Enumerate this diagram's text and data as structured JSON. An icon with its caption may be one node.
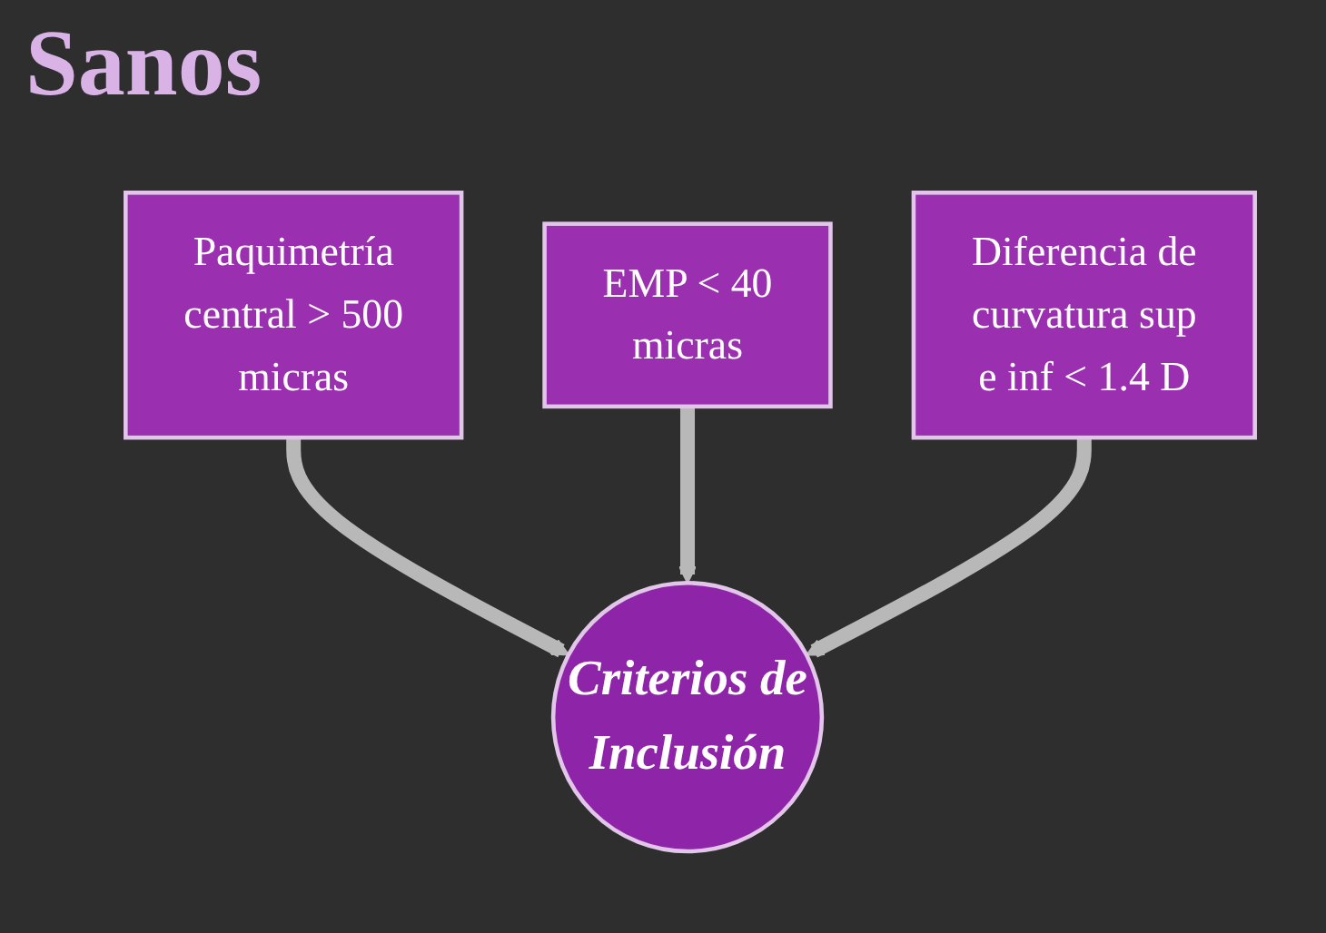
{
  "diagram": {
    "title": "Sanos",
    "nodes": [
      {
        "text": [
          "EMP < 40 micras"
        ]
      },
      {
        "text": [
          "Paquimetría central > 500 micras"
        ]
      },
      {
        "text": [
          "Diferencia de curvatura sup e inf < 1.4 D"
        ]
      },
      {
        "text": [
          "Criterios de Inclusión"
        ]
      }
    ],
    "edges": [
      {
        "from": 1,
        "to": 3,
        "arrow": "to"
      },
      {
        "from": 0,
        "to": 3,
        "arrow": "to"
      },
      {
        "from": 2,
        "to": 3,
        "arrow": "to"
      }
    ]
  }
}
